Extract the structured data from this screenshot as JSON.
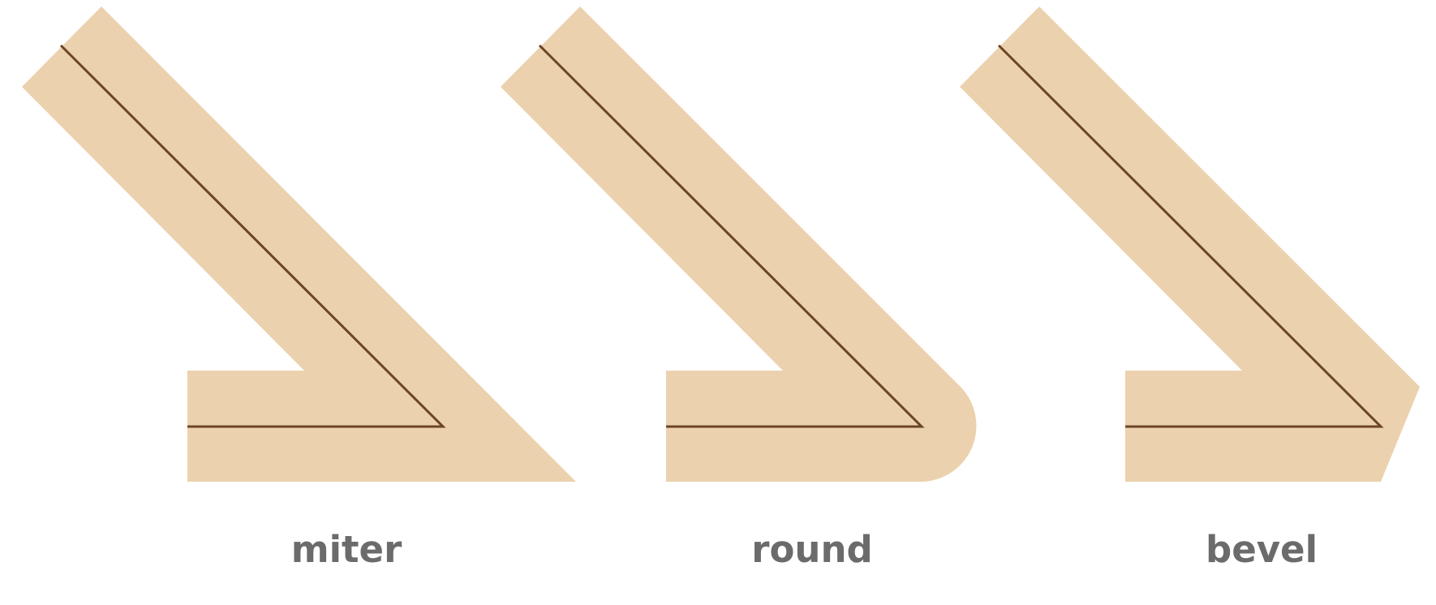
{
  "figure": {
    "stroke_color": "#ebd1ae",
    "path_color": "#6b4526",
    "caption_color": "#6b6b6b",
    "background": "#ffffff"
  },
  "joins": [
    {
      "id": "miter",
      "label": "miter"
    },
    {
      "id": "round",
      "label": "round"
    },
    {
      "id": "bevel",
      "label": "bevel"
    }
  ]
}
